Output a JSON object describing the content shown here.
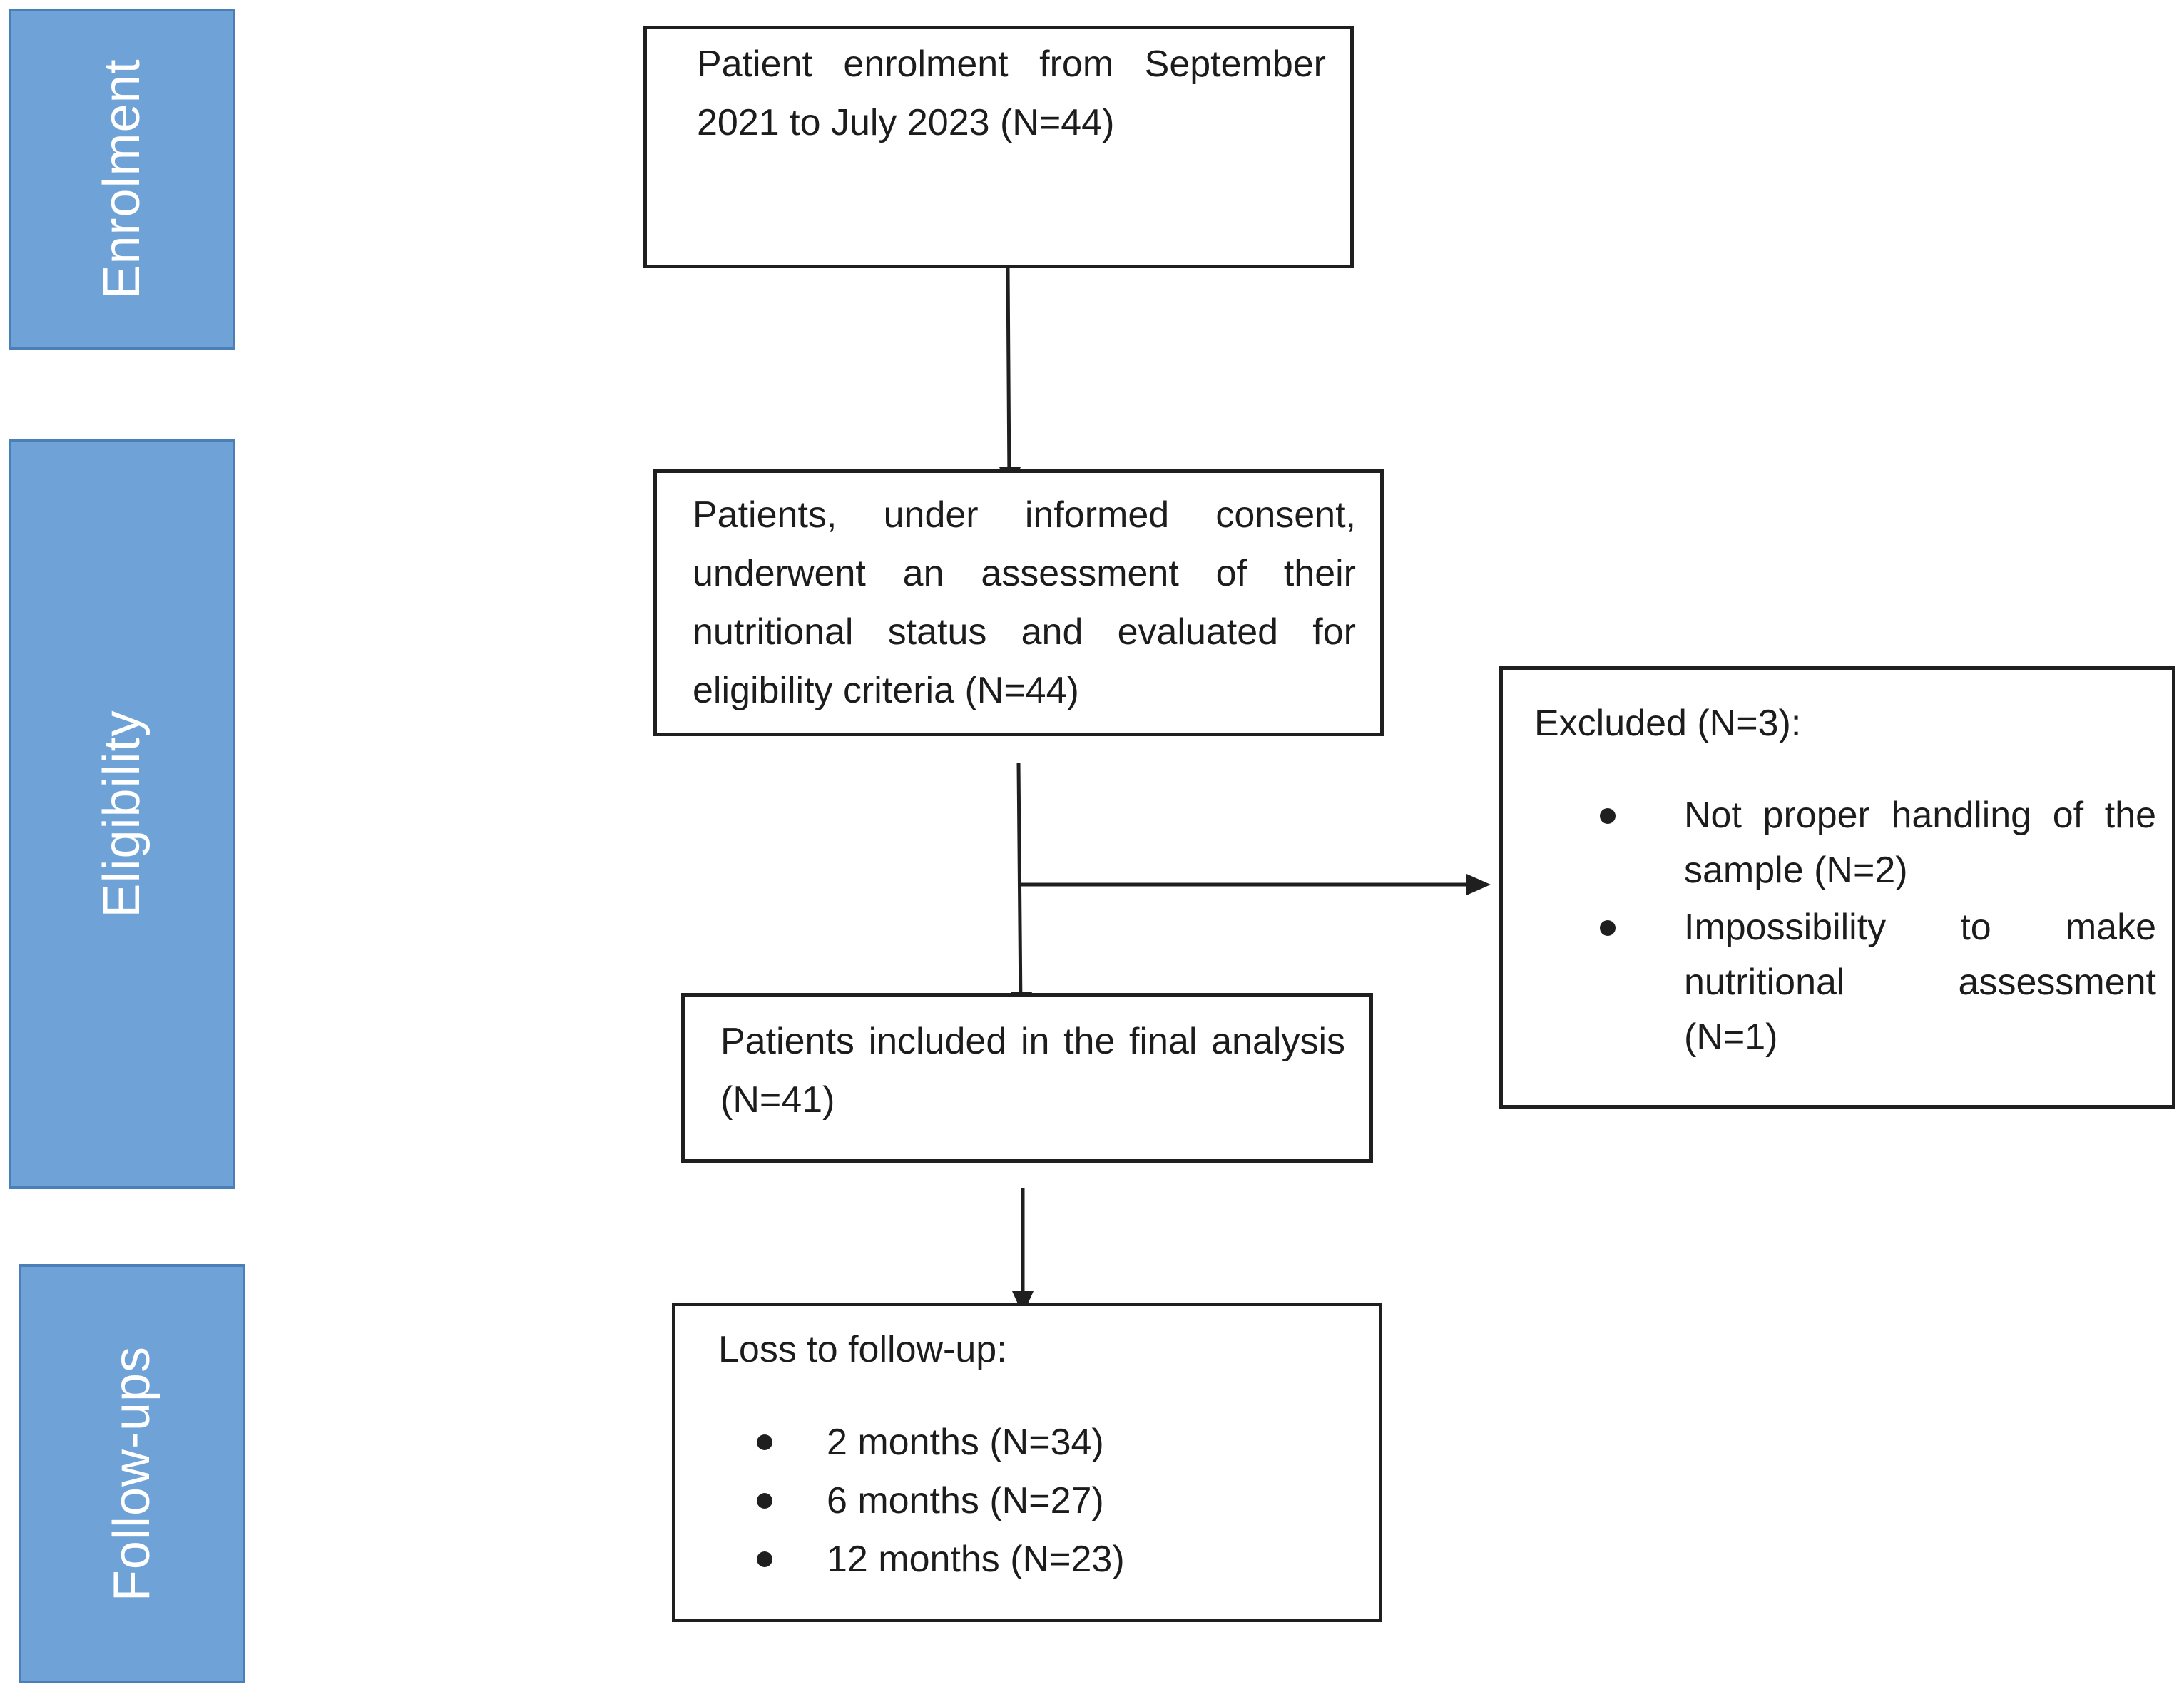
{
  "phases": {
    "enrolment": "Enrolment",
    "eligibility": "Eligibility",
    "followups": "Follow-ups"
  },
  "boxes": {
    "enrolment": "Patient enrolment from September 2021 to July 2023 (N=44)",
    "eligibility": "Patients, under informed consent, underwent an assessment of their nutritional status and evaluated for eligibility criteria (N=44)",
    "included": "Patients included in the final analysis (N=41)",
    "excluded": {
      "heading": "Excluded (N=3):",
      "items": [
        "Not proper handling of the sample (N=2)",
        "Impossibility to make nutritional assessment (N=1)"
      ]
    },
    "loss": {
      "heading": "Loss to follow-up:",
      "items": [
        "2 months (N=34)",
        "6 months (N=27)",
        "12 months (N=23)"
      ]
    }
  },
  "colors": {
    "phase_fill": "#6fa3d8",
    "phase_border": "#4a7fb7",
    "line": "#1f1f1f"
  }
}
